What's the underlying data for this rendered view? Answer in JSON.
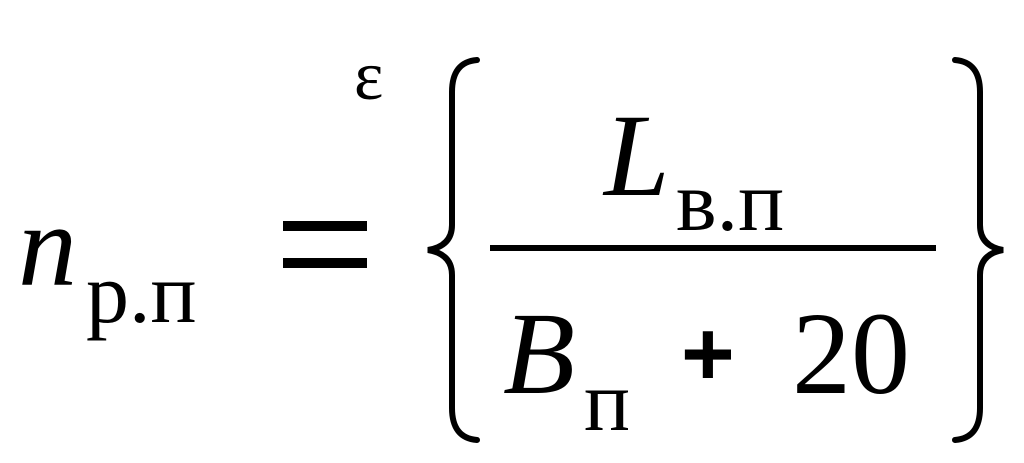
{
  "formula": {
    "lhs": {
      "symbol": "n",
      "subscript": "р.п"
    },
    "equals": "=",
    "exponent": "ε",
    "brace_open": "{",
    "brace_close": "}",
    "numerator": {
      "symbol": "L",
      "subscript": "в.п"
    },
    "denominator": {
      "symbol": "B",
      "subscript": "п",
      "operator": "+",
      "constant": "20"
    }
  }
}
